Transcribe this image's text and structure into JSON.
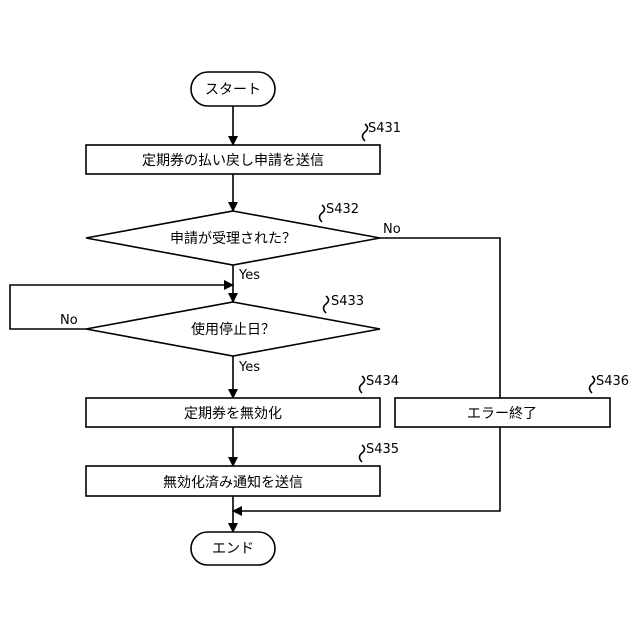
{
  "terminals": {
    "start": "スタート",
    "end": "エンド"
  },
  "steps": {
    "s431": {
      "id": "S431",
      "text": "定期券の払い戻し申請を送信"
    },
    "s432": {
      "id": "S432",
      "text": "申請が受理された？"
    },
    "s433": {
      "id": "S433",
      "text": "使用停止日？"
    },
    "s434": {
      "id": "S434",
      "text": "定期券を無効化"
    },
    "s435": {
      "id": "S435",
      "text": "無効化済み通知を送信"
    },
    "s436": {
      "id": "S436",
      "text": "エラー終了"
    }
  },
  "branches": {
    "s432_yes": "Yes",
    "s432_no": "No",
    "s433_yes": "Yes",
    "s433_no": "No"
  }
}
